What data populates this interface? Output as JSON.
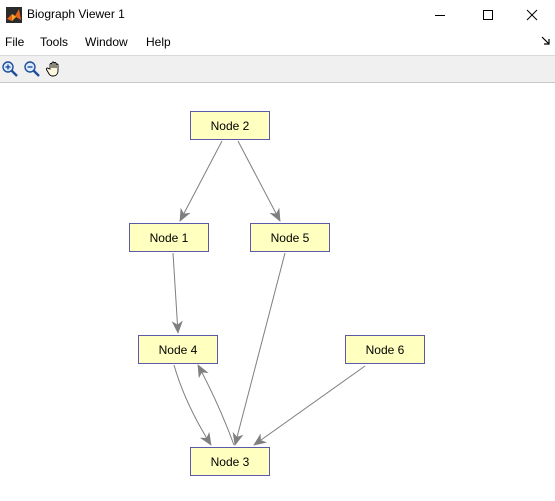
{
  "window": {
    "title": "Biograph Viewer 1",
    "controls": [
      "minimize",
      "maximize",
      "close"
    ]
  },
  "menu": {
    "items": [
      "File",
      "Tools",
      "Window",
      "Help"
    ]
  },
  "toolbar": {
    "tools": [
      "zoom-in-icon",
      "zoom-out-icon",
      "pan-hand-icon"
    ]
  },
  "graph": {
    "colors": {
      "node_fill": "#ffffc0",
      "node_border": "#5a5aa8",
      "edge": "#7f7f7f"
    },
    "nodes": [
      {
        "id": "n2",
        "label": "Node 2"
      },
      {
        "id": "n1",
        "label": "Node 1"
      },
      {
        "id": "n5",
        "label": "Node 5"
      },
      {
        "id": "n4",
        "label": "Node 4"
      },
      {
        "id": "n6",
        "label": "Node 6"
      },
      {
        "id": "n3",
        "label": "Node 3"
      }
    ],
    "edges": [
      {
        "from": "Node 2",
        "to": "Node 1"
      },
      {
        "from": "Node 2",
        "to": "Node 5"
      },
      {
        "from": "Node 1",
        "to": "Node 4"
      },
      {
        "from": "Node 4",
        "to": "Node 3"
      },
      {
        "from": "Node 3",
        "to": "Node 4"
      },
      {
        "from": "Node 5",
        "to": "Node 3"
      },
      {
        "from": "Node 6",
        "to": "Node 3"
      }
    ]
  }
}
